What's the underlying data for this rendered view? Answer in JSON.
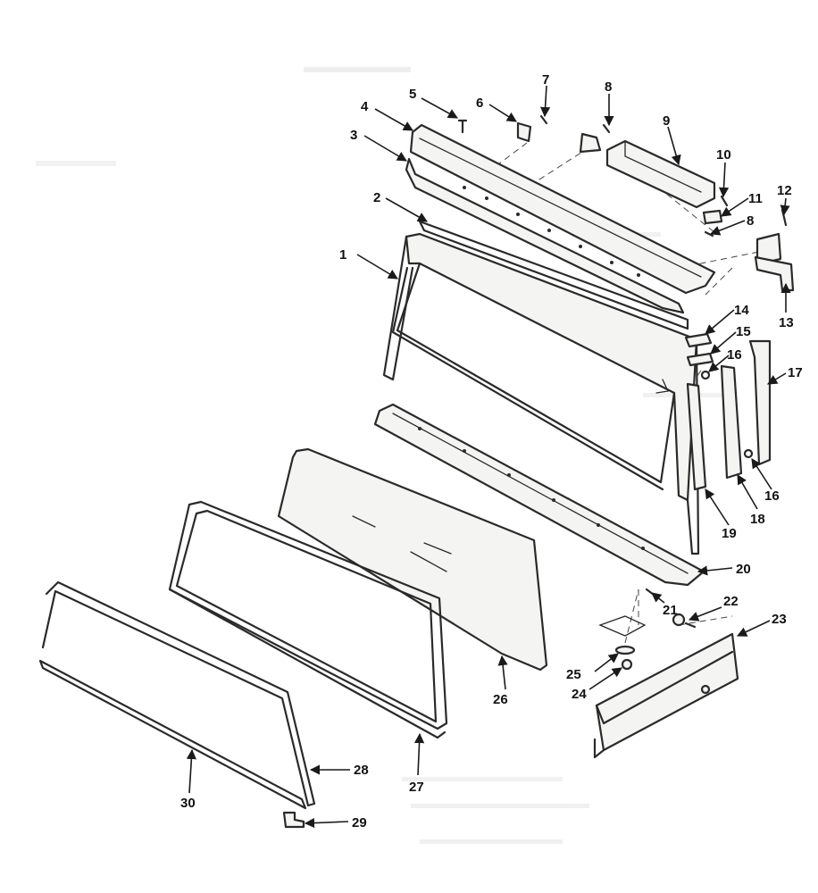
{
  "callouts": [
    "1",
    "2",
    "3",
    "4",
    "5",
    "6",
    "7",
    "8",
    "9",
    "10",
    "11",
    "8",
    "12",
    "13",
    "14",
    "15",
    "16",
    "17",
    "16",
    "18",
    "19",
    "20",
    "21",
    "22",
    "23",
    "25",
    "24",
    "26",
    "27",
    "28",
    "29",
    "30"
  ],
  "colors": {
    "ink": "#2a2a2a",
    "paper": "#ffffff"
  }
}
